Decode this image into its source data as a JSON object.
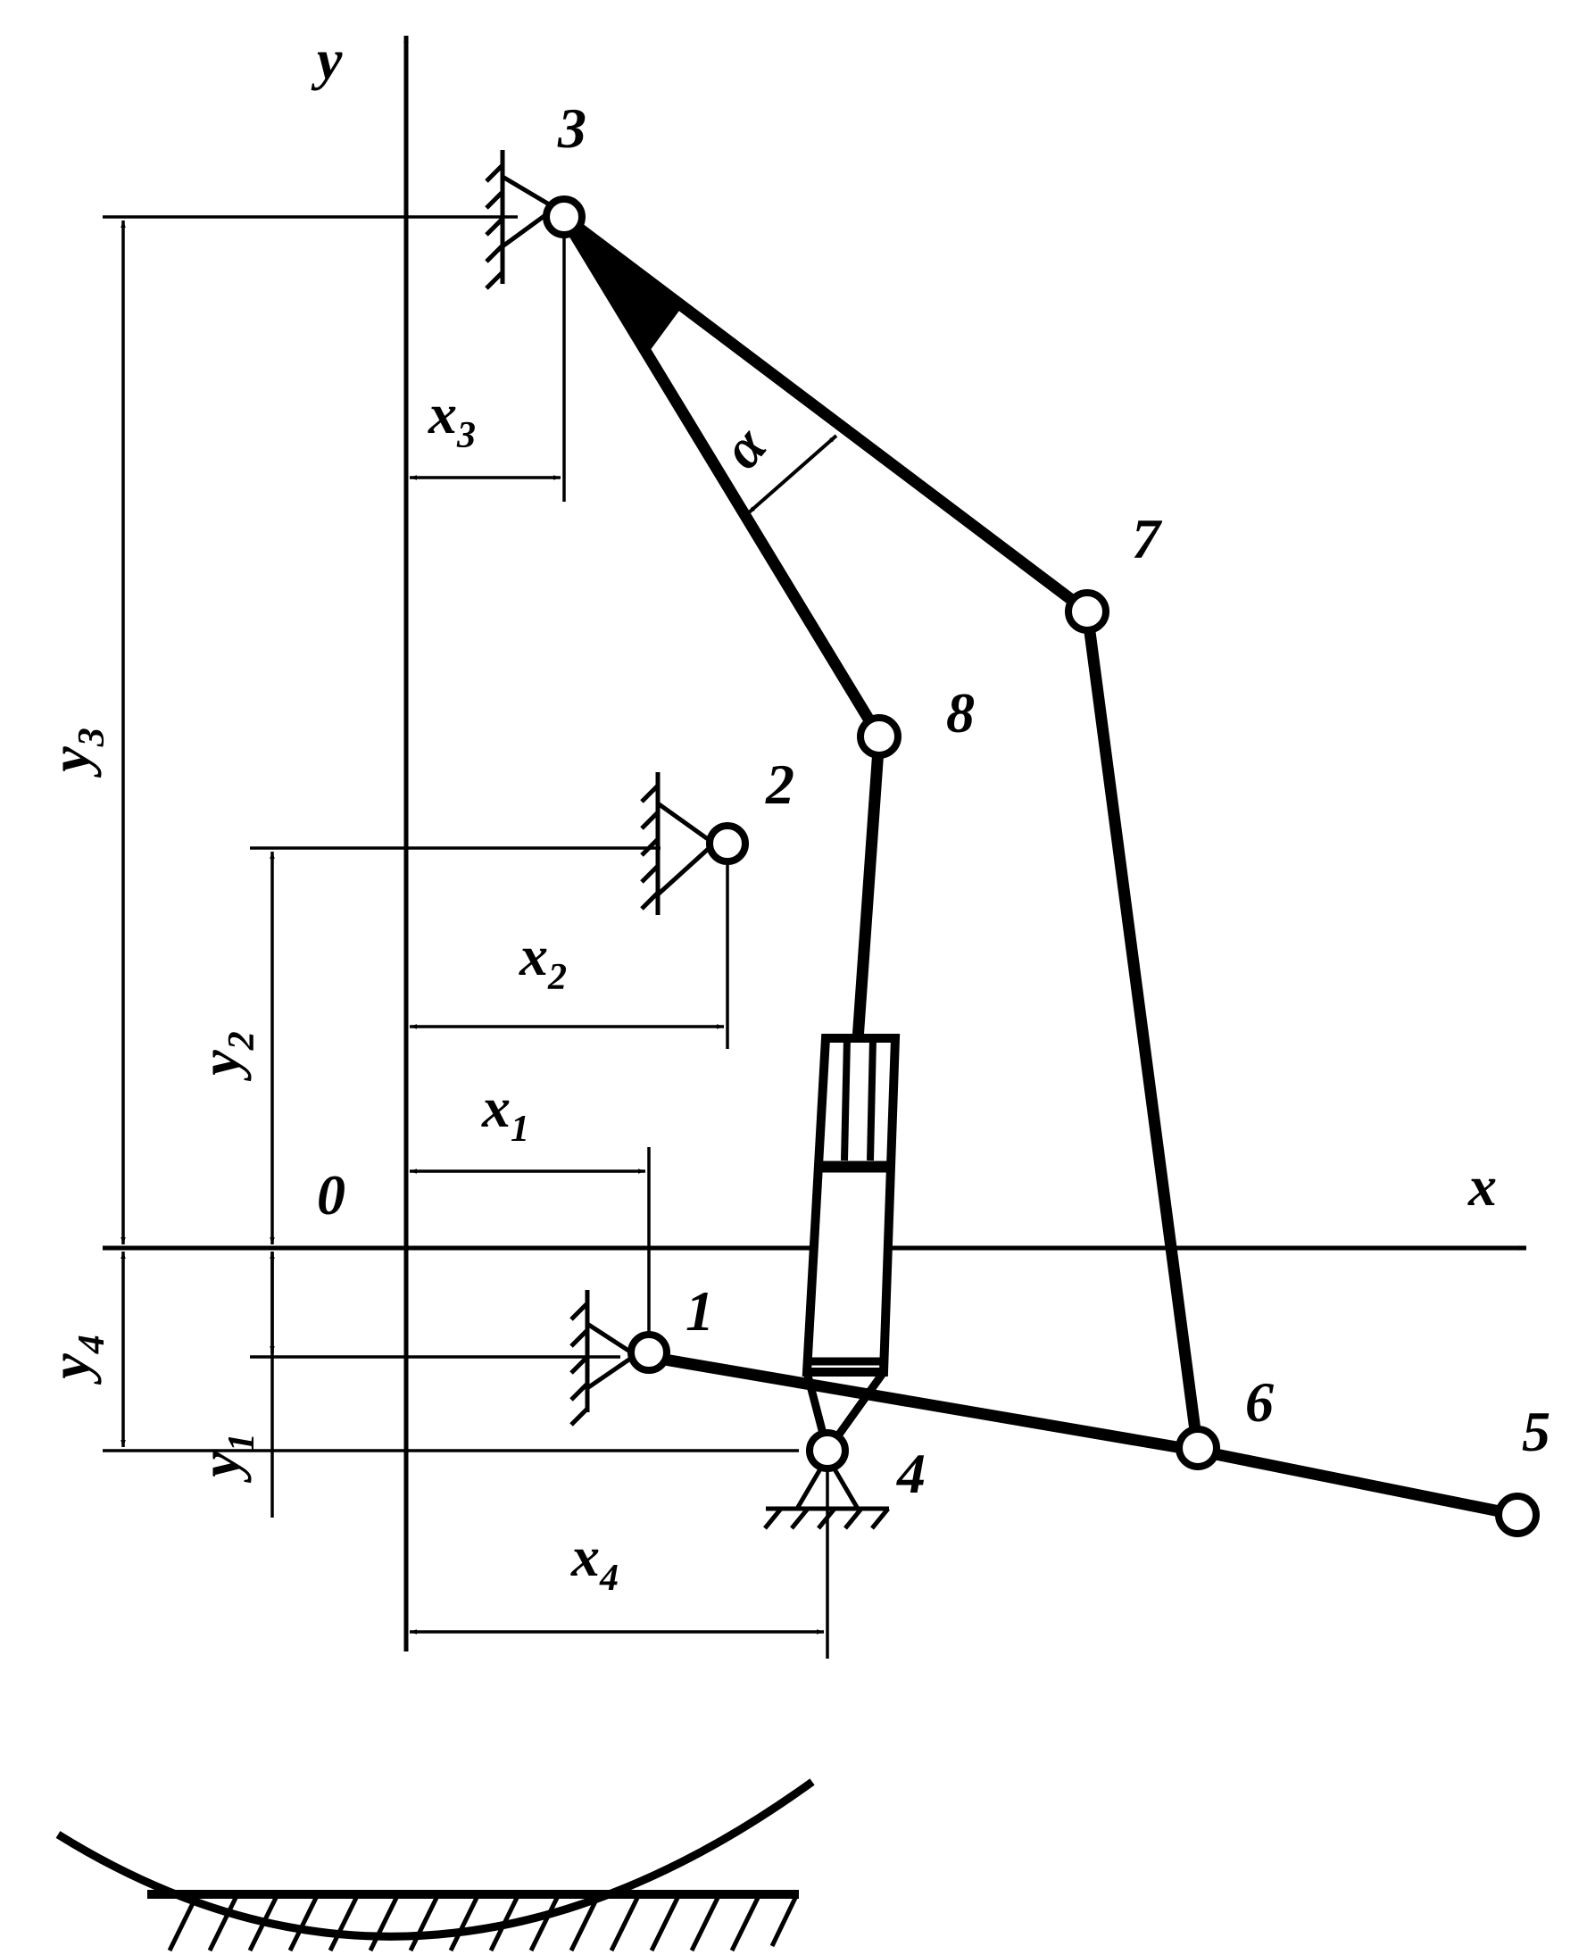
{
  "axes": {
    "x": "x",
    "y": "y",
    "origin": "0"
  },
  "points": [
    "1",
    "2",
    "3",
    "4",
    "5",
    "6",
    "7",
    "8"
  ],
  "angle": "α",
  "dimensions": {
    "x1": {
      "main": "x",
      "sub": "1"
    },
    "x2": {
      "main": "x",
      "sub": "2"
    },
    "x3": {
      "main": "x",
      "sub": "3"
    },
    "x4": {
      "main": "x",
      "sub": "4"
    },
    "y1": {
      "main": "y",
      "sub": "1"
    },
    "y2": {
      "main": "y",
      "sub": "2"
    },
    "y3": {
      "main": "y",
      "sub": "3"
    },
    "y4": {
      "main": "y",
      "sub": "4"
    }
  }
}
